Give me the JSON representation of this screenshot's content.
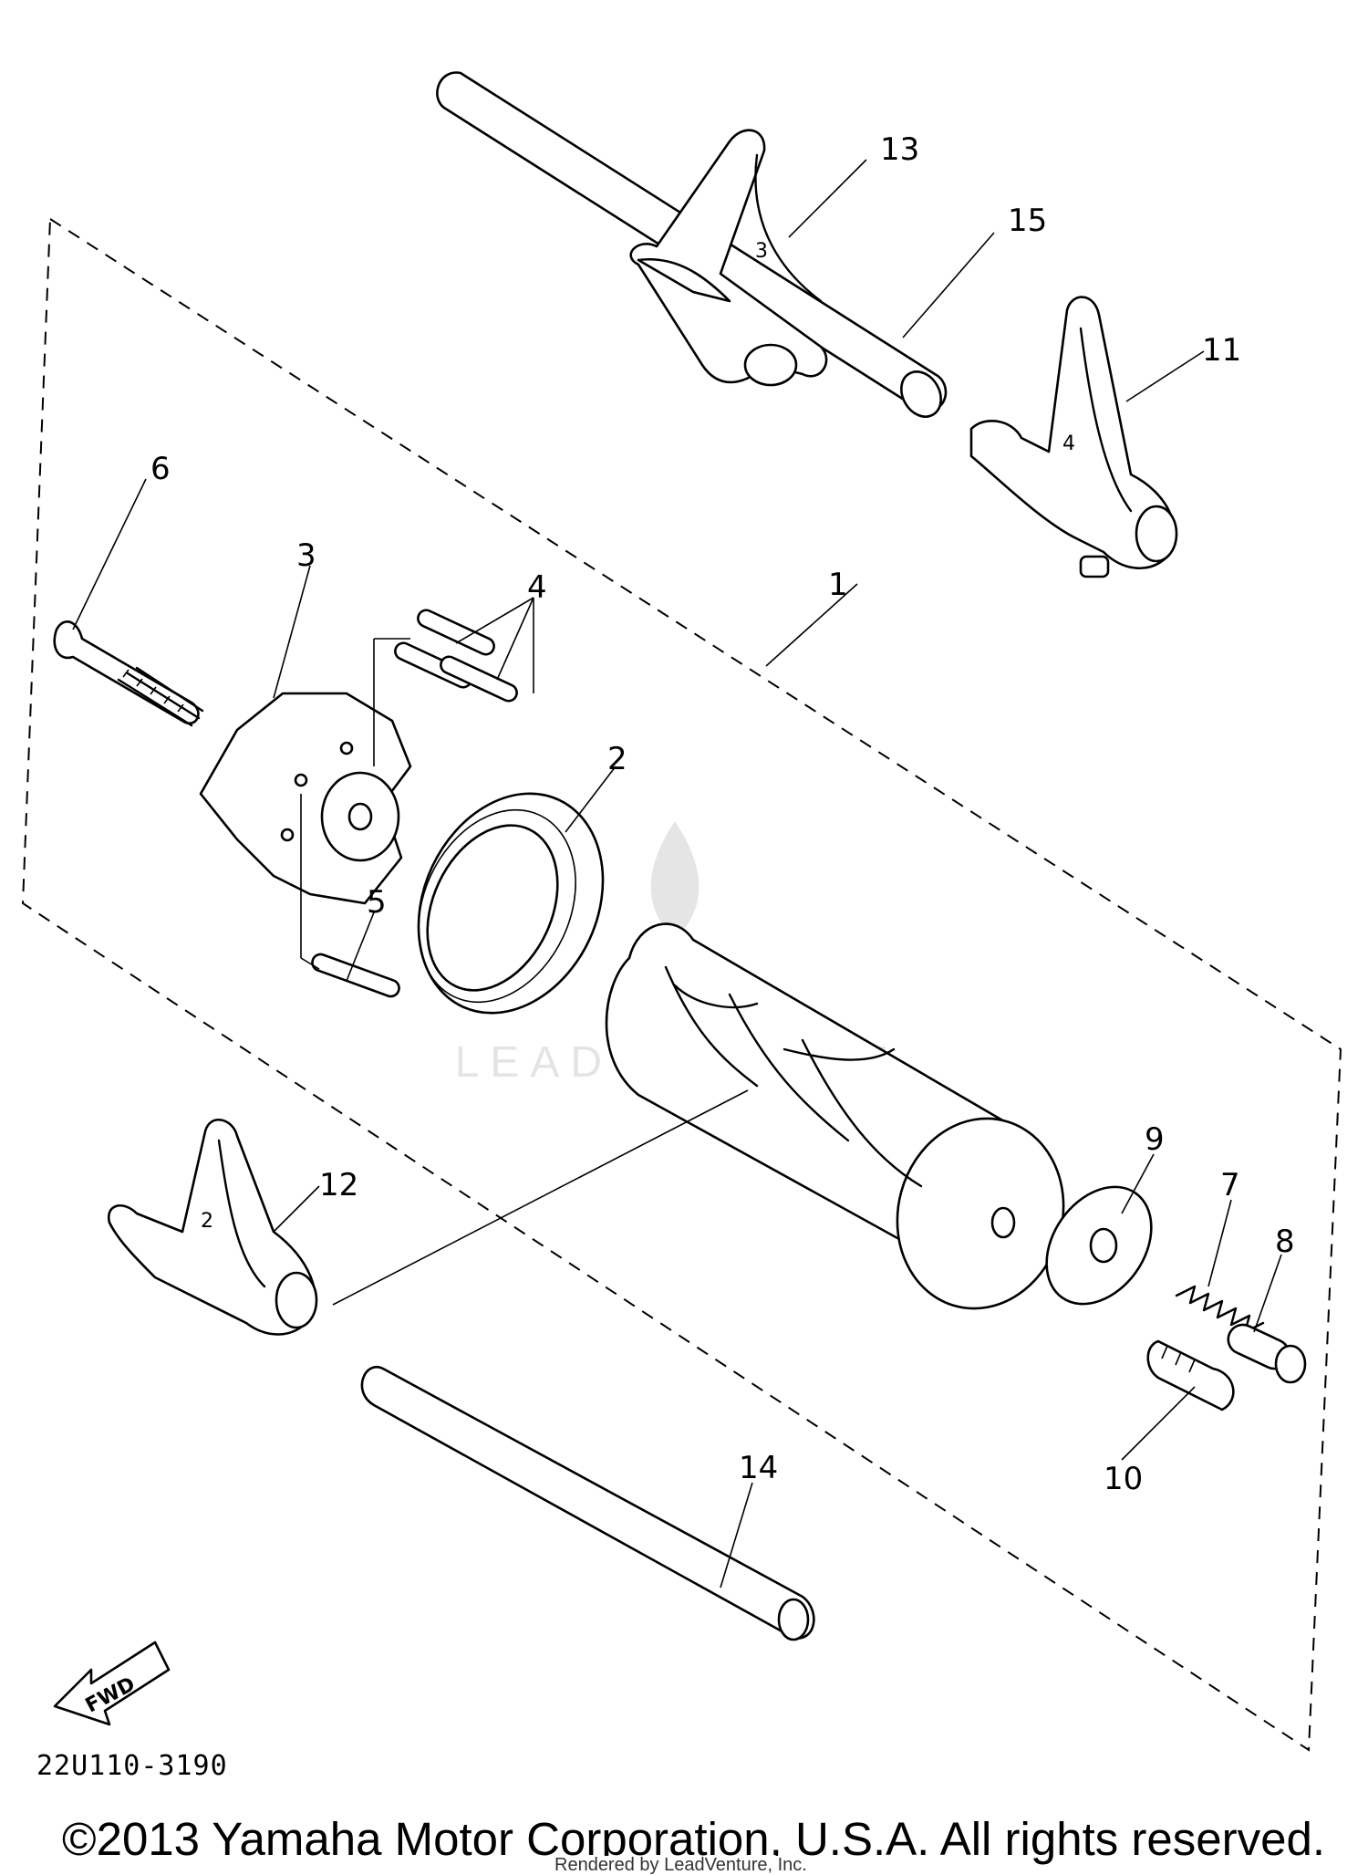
{
  "diagram": {
    "callouts": {
      "c1": "1",
      "c2": "2",
      "c3": "3",
      "c4": "4",
      "c5": "5",
      "c6": "6",
      "c7": "7",
      "c8": "8",
      "c9": "9",
      "c10": "10",
      "c11": "11",
      "c12": "12",
      "c13": "13",
      "c14": "14",
      "c15": "15"
    },
    "forward_label": "FWD",
    "watermark": "LEADVENTURE"
  },
  "footer": {
    "drawing_code": "22U110-3190",
    "copyright": "©2013 Yamaha Motor Corporation, U.S.A. All rights reserved.",
    "rendered_by": "Rendered by LeadVenture, Inc."
  }
}
